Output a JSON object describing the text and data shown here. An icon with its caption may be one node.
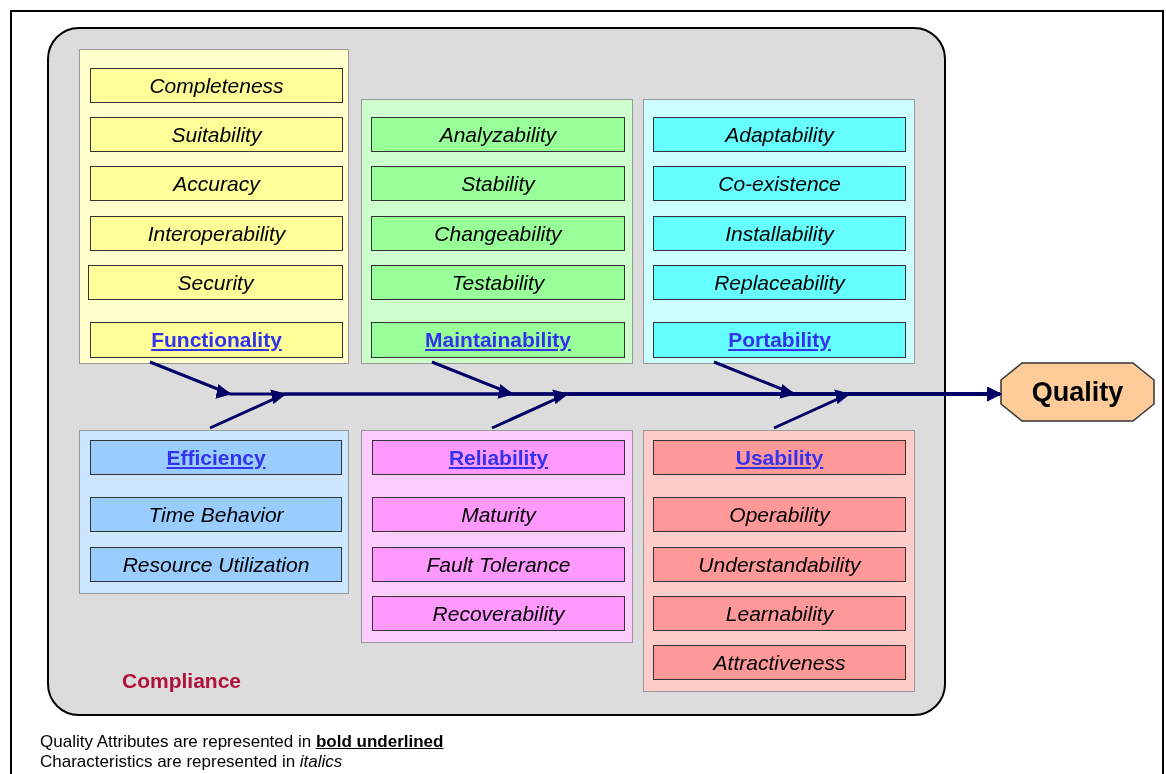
{
  "diagram": {
    "nodes": [
      {
        "text": [
          "Compliance"
        ]
      },
      {
        "text": [],
        "shape": "box",
        "in": 0
      },
      {
        "text": [
          "Completeness"
        ],
        "in": 1
      },
      {
        "text": [
          "Suitability"
        ],
        "in": 1
      },
      {
        "text": [
          "Accuracy"
        ],
        "in": 1
      },
      {
        "text": [
          "Interoperability"
        ],
        "in": 1
      },
      {
        "text": [
          "Security"
        ],
        "in": 1
      },
      {
        "text": [
          "Functionality"
        ],
        "in": 1
      },
      {
        "text": [],
        "shape": "box",
        "in": 0
      },
      {
        "text": [
          "Analyzability"
        ],
        "in": 8
      },
      {
        "text": [
          "Stability"
        ],
        "in": 8
      },
      {
        "text": [
          "Changeability"
        ],
        "in": 8
      },
      {
        "text": [
          "Testability"
        ],
        "in": 8
      },
      {
        "text": [
          "Maintainability"
        ],
        "in": 8
      },
      {
        "text": [],
        "shape": "box",
        "in": 0
      },
      {
        "text": [
          "Adaptability"
        ],
        "in": 14
      },
      {
        "text": [
          "Co-existence"
        ],
        "in": 14
      },
      {
        "text": [
          "Installability"
        ],
        "in": 14
      },
      {
        "text": [
          "Replaceability"
        ],
        "in": 14
      },
      {
        "text": [
          "Portability"
        ],
        "in": 14
      },
      {
        "text": [],
        "shape": "box",
        "in": 0
      },
      {
        "text": [
          "Efficiency"
        ],
        "in": 20
      },
      {
        "text": [
          "Time Behavior"
        ],
        "in": 20
      },
      {
        "text": [
          "Resource Utilization"
        ],
        "in": 20
      },
      {
        "text": [],
        "shape": "box",
        "in": 0
      },
      {
        "text": [
          "Reliability"
        ],
        "in": 24
      },
      {
        "text": [
          "Maturity"
        ],
        "in": 24
      },
      {
        "text": [
          "Fault Tolerance"
        ],
        "in": 24
      },
      {
        "text": [
          "Recoverability"
        ],
        "in": 24
      },
      {
        "text": [],
        "shape": "box",
        "in": 0
      },
      {
        "text": [
          "Usability"
        ],
        "in": 29
      },
      {
        "text": [
          "Operability"
        ],
        "in": 29
      },
      {
        "text": [
          "Understandability"
        ],
        "in": 29
      },
      {
        "text": [
          "Learnability"
        ],
        "in": 29
      },
      {
        "text": [
          "Attractiveness"
        ],
        "in": 29
      },
      {
        "text": [
          "Quality"
        ]
      }
    ],
    "edges": [
      {
        "from": 1,
        "to": 35,
        "arrow": "to"
      },
      {
        "from": 8,
        "to": 35,
        "arrow": "to"
      },
      {
        "from": 14,
        "to": 35,
        "arrow": "to"
      },
      {
        "from": 20,
        "to": 35,
        "arrow": "to"
      },
      {
        "from": 24,
        "to": 35,
        "arrow": "to"
      },
      {
        "from": 29,
        "to": 35,
        "arrow": "to"
      }
    ],
    "labels": [
      "Quality Attributes are represented in **bold underlined**",
      "Characteristics are represented in *italics*"
    ]
  }
}
